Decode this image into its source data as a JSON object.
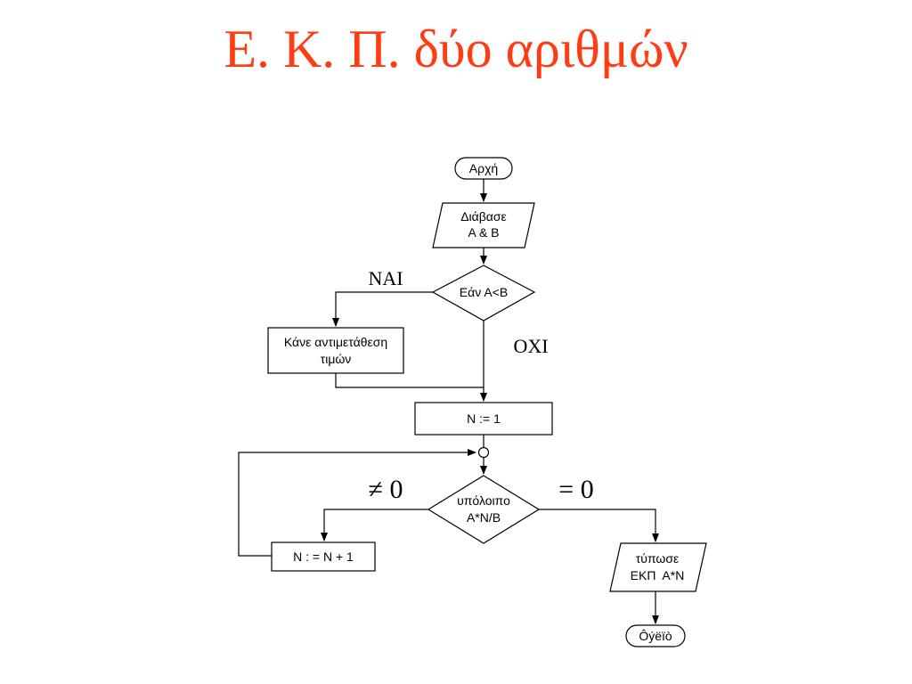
{
  "slide": {
    "title": "Ε. Κ. Π. δύο αριθμών"
  },
  "flowchart": {
    "start": "Αρχή",
    "input_line1": "Διάβασε",
    "input_line2": "Α & Β",
    "decision1": "Εάν Α<Β",
    "yes_label": "ΝΑΙ",
    "no_label": "ΟΧΙ",
    "swap_line1": "Κάνε αντιμετάθεση",
    "swap_line2": "τιμών",
    "init_n": "N := 1",
    "decision2_line1": "υπόλοιπο",
    "decision2_line2": "Α*Ν/Β",
    "not_zero_label": "≠ 0",
    "zero_label": "= 0",
    "increment": "N : = N + 1",
    "output_line1": "τύπωσε",
    "output_line2": "ΕΚΠ  Α*Ν",
    "end": "Ôýëïò"
  }
}
